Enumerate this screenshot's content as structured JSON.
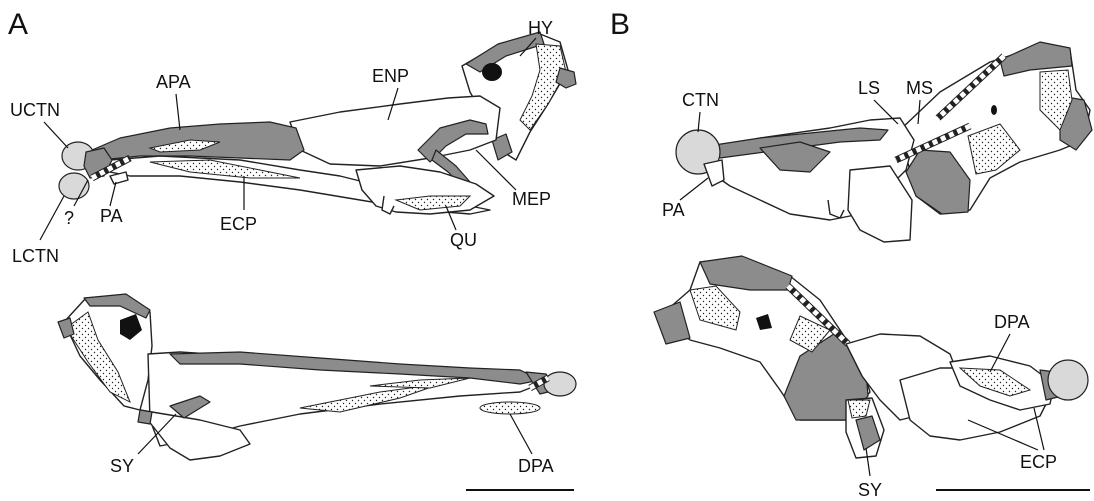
{
  "panels": {
    "a": {
      "letter": "A"
    },
    "b": {
      "letter": "B"
    }
  },
  "labels_a": {
    "hy": "HY",
    "enp": "ENP",
    "apa": "APA",
    "uctn": "UCTN",
    "mep": "MEP",
    "qu": "QU",
    "ecp": "ECP",
    "pa": "PA",
    "question": "?",
    "lctn": "LCTN",
    "sy": "SY",
    "dpa": "DPA"
  },
  "labels_b": {
    "ctn": "CTN",
    "ls": "LS",
    "ms": "MS",
    "pa": "PA",
    "dpa": "DPA",
    "ecp": "ECP",
    "sy": "SY"
  },
  "colors": {
    "cartilage_dark": "#8c8c8c",
    "cartilage_light": "#d9d9d9",
    "bone": "#ffffff",
    "ink": "#222222"
  }
}
